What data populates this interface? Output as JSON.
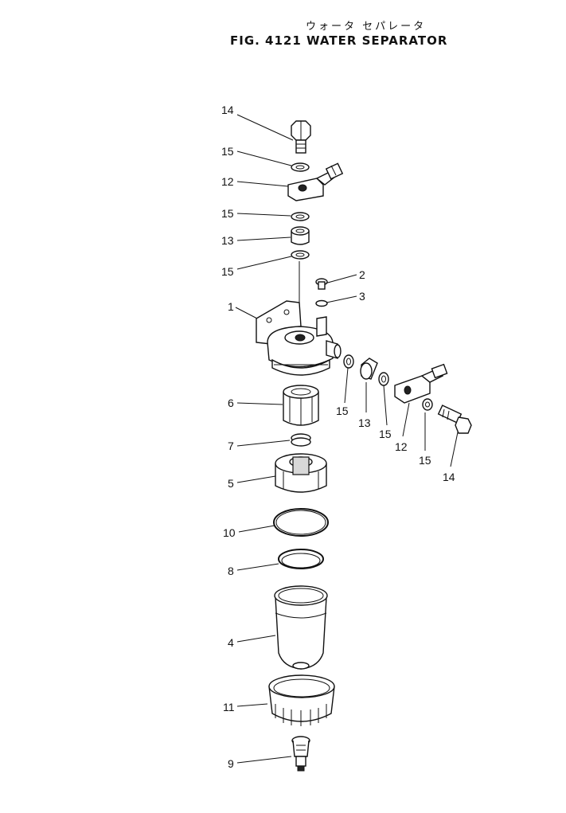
{
  "figure": {
    "title_jp": "ウォータ セパレータ",
    "title_en": "FIG. 4121 WATER SEPARATOR"
  },
  "callouts": [
    {
      "id": "c14a",
      "text": "14"
    },
    {
      "id": "c15a",
      "text": "15"
    },
    {
      "id": "c12a",
      "text": "12"
    },
    {
      "id": "c15b",
      "text": "15"
    },
    {
      "id": "c13a",
      "text": "13"
    },
    {
      "id": "c15c",
      "text": "15"
    },
    {
      "id": "c2",
      "text": "2"
    },
    {
      "id": "c3",
      "text": "3"
    },
    {
      "id": "c1",
      "text": "1"
    },
    {
      "id": "c6",
      "text": "6"
    },
    {
      "id": "c7",
      "text": "7"
    },
    {
      "id": "c5",
      "text": "5"
    },
    {
      "id": "c10",
      "text": "10"
    },
    {
      "id": "c8",
      "text": "8"
    },
    {
      "id": "c4",
      "text": "4"
    },
    {
      "id": "c11",
      "text": "11"
    },
    {
      "id": "c9",
      "text": "9"
    },
    {
      "id": "c15d",
      "text": "15"
    },
    {
      "id": "c13b",
      "text": "13"
    },
    {
      "id": "c15e",
      "text": "15"
    },
    {
      "id": "c12b",
      "text": "12"
    },
    {
      "id": "c15f",
      "text": "15"
    },
    {
      "id": "c14b",
      "text": "14"
    }
  ]
}
